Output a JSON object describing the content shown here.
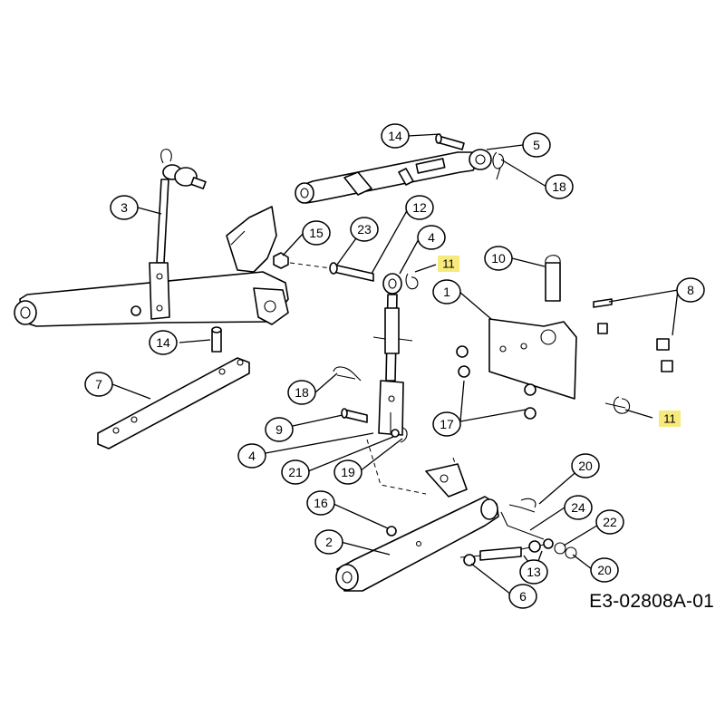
{
  "diagram": {
    "reference_code": "E3-02808A-01",
    "callouts": {
      "c14a": "14",
      "c5": "5",
      "c18a": "18",
      "c3": "3",
      "c12": "12",
      "c23": "23",
      "c15": "15",
      "c4a": "4",
      "c11a": "11",
      "c10": "10",
      "c1": "1",
      "c8": "8",
      "c14b": "14",
      "c7": "7",
      "c18b": "18",
      "c17": "17",
      "c11b": "11",
      "c9": "9",
      "c4b": "4",
      "c21": "21",
      "c19": "19",
      "c20a": "20",
      "c16": "16",
      "c24": "24",
      "c22": "22",
      "c2": "2",
      "c13": "13",
      "c20b": "20",
      "c6": "6"
    },
    "highlight_color": "#f7ea7c"
  }
}
